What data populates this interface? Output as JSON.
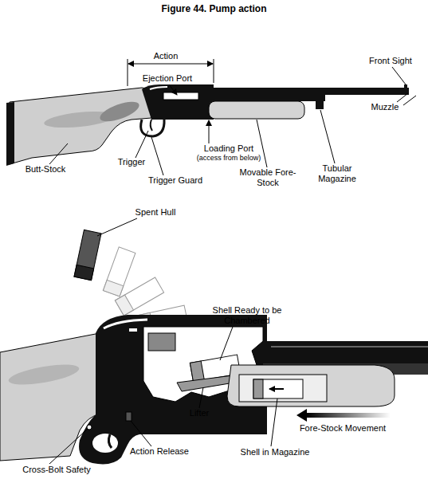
{
  "diagram": {
    "title": "Figure 44. Pump action",
    "labels": [
      "Action",
      "Ejection Port",
      "Front Sight",
      "Muzzle",
      "Loading Port",
      "(access from below)",
      "Butt-Stock",
      "Trigger",
      "Trigger Guard",
      "Movable Fore-Stock",
      "Tubular Magazine",
      "Spent Hull",
      "Shell Ready to be Chambered",
      "Lifter",
      "Shell in Magazine",
      "Fore-Stock Movement",
      "Action Release",
      "Cross-Bolt Safety"
    ]
  }
}
